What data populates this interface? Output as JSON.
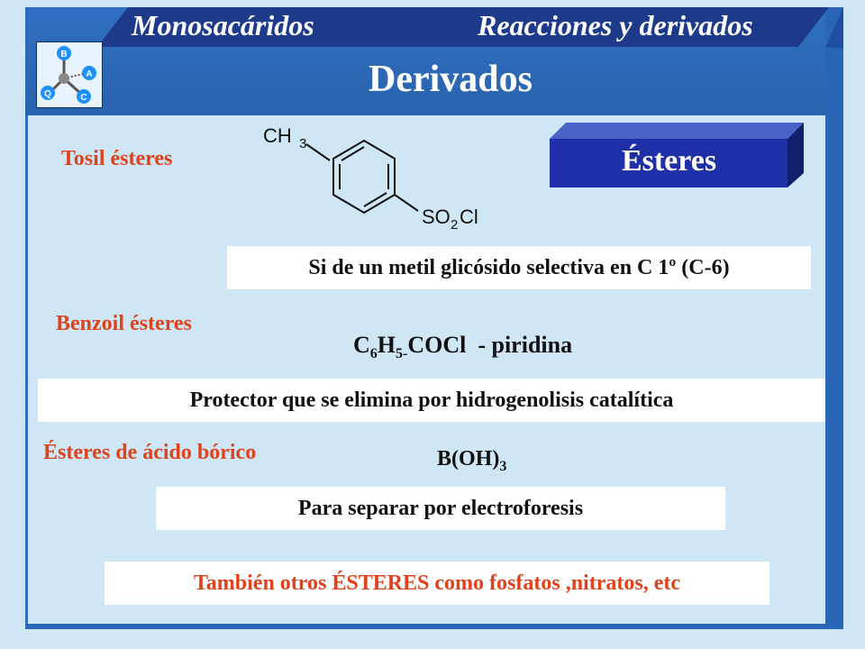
{
  "header": {
    "tab_left": "Monosacáridos",
    "tab_right": "Reacciones y derivados",
    "title": "Derivados"
  },
  "logo": {
    "letters": [
      "B",
      "A",
      "C",
      "Q"
    ]
  },
  "badge": {
    "label": "Ésteres"
  },
  "structure": {
    "top_group": "CH",
    "top_sub": "3",
    "bottom_group_a": "SO",
    "bottom_sub": "2",
    "bottom_group_b": "Cl"
  },
  "sections": {
    "tosil": {
      "label": "Tosil ésteres",
      "note": "Si de un metil glicósido selectiva en C 1º (C-6)"
    },
    "benzoil": {
      "label": "Benzoil ésteres",
      "formula_c": "C",
      "formula_c_sub": "6",
      "formula_h": "H",
      "formula_h_sub": "5-",
      "formula_rest": "COCl  - piridina",
      "note": "Protector que se elimina por hidrogenolisis catalítica"
    },
    "borico": {
      "label": "Ésteres de ácido bórico",
      "formula_main": "B(OH)",
      "formula_sub": "3",
      "note": "Para separar por electroforesis"
    }
  },
  "footer_note": "También otros ÉSTERES como fosfatos ,nitratos, etc",
  "colors": {
    "frame_blue": "#2f6fc0",
    "dark_navy": "#1e3a8a",
    "label_red": "#e0421c",
    "background": "#cfe6f5"
  }
}
